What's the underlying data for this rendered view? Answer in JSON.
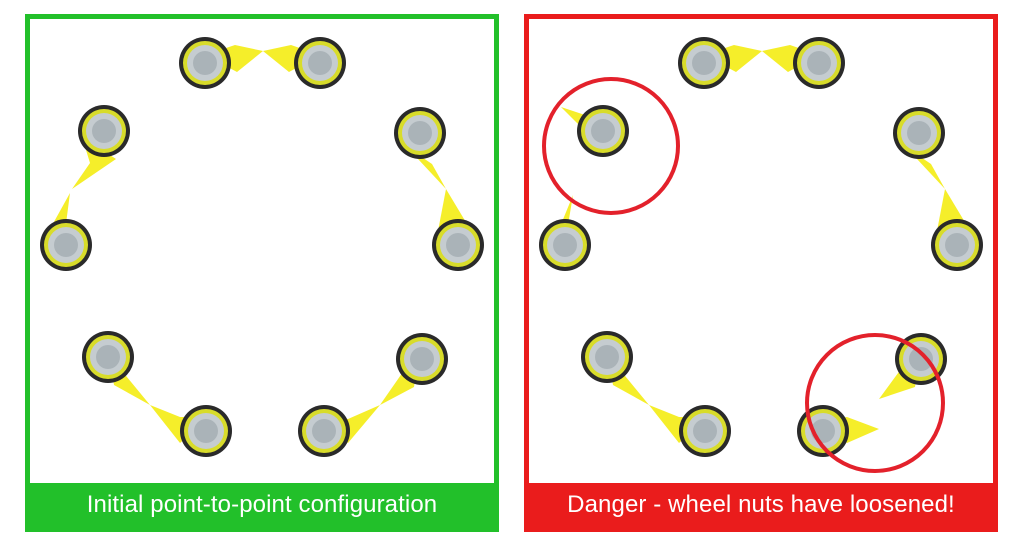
{
  "panels": [
    {
      "caption": "Initial point-to-point configuration",
      "frame_color": "#22c02a",
      "state": "correct"
    },
    {
      "caption": "Danger - wheel nuts have loosened!",
      "frame_color": "#ea1c1c",
      "state": "loosened"
    }
  ],
  "indicator_color": "#f5ee2a",
  "highlight_color": "#e3212b"
}
